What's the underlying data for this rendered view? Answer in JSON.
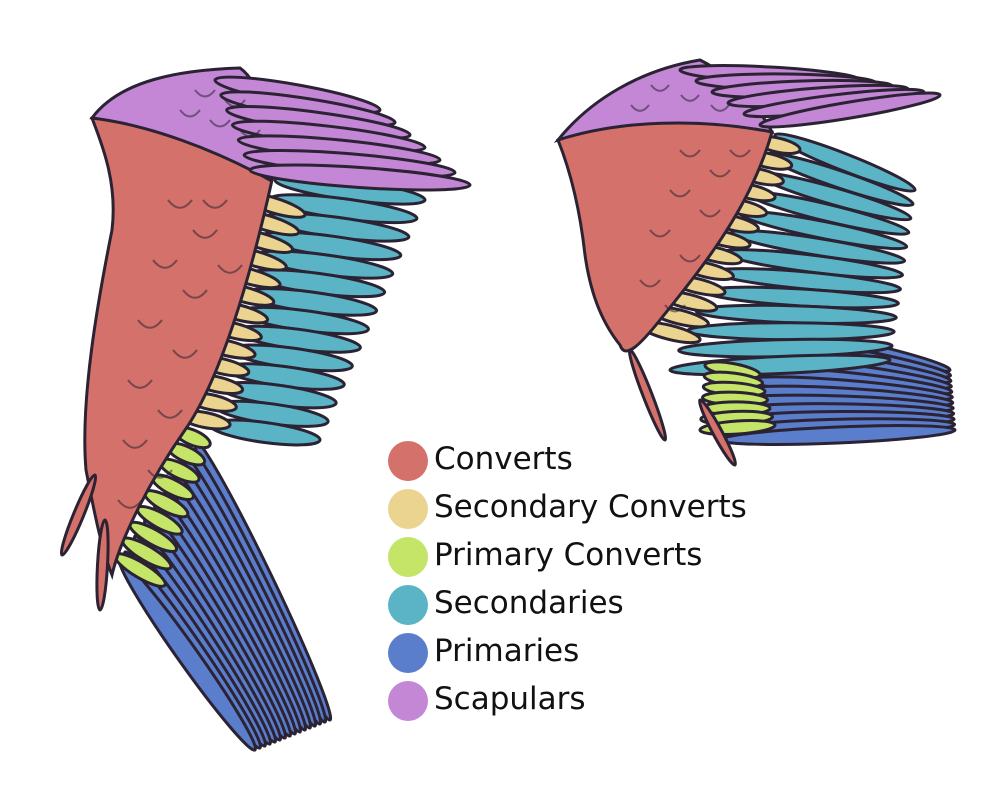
{
  "colors": {
    "outline": "#2b2333",
    "converts": "#d4716a",
    "secondary_converts": "#ead48f",
    "primary_converts": "#c4e567",
    "secondaries": "#5ab4c6",
    "primaries": "#5a7dcc",
    "scapulars": "#c387d6"
  },
  "legend": {
    "items": [
      {
        "label": "Converts",
        "color": "#d4716a"
      },
      {
        "label": "Secondary Converts",
        "color": "#ead48f"
      },
      {
        "label": "Primary Converts",
        "color": "#c4e567"
      },
      {
        "label": "Secondaries",
        "color": "#5ab4c6"
      },
      {
        "label": "Primaries",
        "color": "#5a7dcc"
      },
      {
        "label": "Scapulars",
        "color": "#c387d6"
      }
    ]
  },
  "wings": [
    {
      "view": "spread-wing"
    },
    {
      "view": "folded-wing"
    }
  ]
}
